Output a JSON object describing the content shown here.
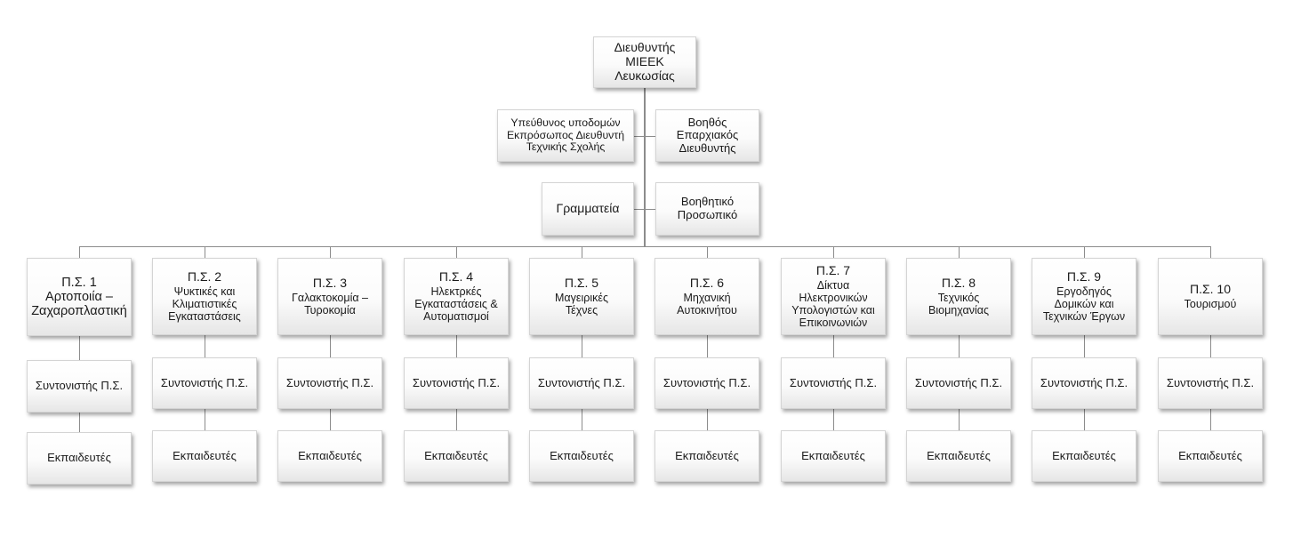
{
  "director": {
    "title": "Διευθυντής\nΜΙΕΕΚ\nΛευκωσίας"
  },
  "staff_left_top": {
    "title": "Υπεύθυνος υποδομών\nΕκπρόσωπος Διευθυντή\nΤεχνικής Σχολής"
  },
  "staff_right_top": {
    "title": "Βοηθός\nΕπαρχιακός\nΔιευθυντής"
  },
  "staff_left_bottom": {
    "title": "Γραμματεία"
  },
  "staff_right_bottom": {
    "title": "Βοηθητικό\nΠροσωπικό"
  },
  "departments": [
    {
      "code": "Π.Σ. 1",
      "name": "Αρτοποιία –\nΖαχαροπλαστική",
      "coordinator": "Συντονιστής Π.Σ.",
      "trainers": "Εκπαιδευτές"
    },
    {
      "code": "Π.Σ. 2",
      "name": "Ψυκτικές και\nΚλιματιστικές\nΕγκαταστάσεις",
      "coordinator": "Συντονιστής Π.Σ.",
      "trainers": "Εκπαιδευτές"
    },
    {
      "code": "Π.Σ. 3",
      "name": "Γαλακτοκομία –\nΤυροκομία",
      "coordinator": "Συντονιστής Π.Σ.",
      "trainers": "Εκπαιδευτές"
    },
    {
      "code": "Π.Σ. 4",
      "name": "Ηλεκτρκές\nΕγκαταστάσεις &\nΑυτοματισμοί",
      "coordinator": "Συντονιστής Π.Σ.",
      "trainers": "Εκπαιδευτές"
    },
    {
      "code": "Π.Σ. 5",
      "name": "Μαγειρικές\nΤέχνες",
      "coordinator": "Συντονιστής Π.Σ.",
      "trainers": "Εκπαιδευτές"
    },
    {
      "code": "Π.Σ. 6",
      "name": "Μηχανική\nΑυτοκινήτου",
      "coordinator": "Συντονιστής Π.Σ.",
      "trainers": "Εκπαιδευτές"
    },
    {
      "code": "Π.Σ. 7",
      "name": "Δίκτυα\nΗλεκτρονικών\nΥπολογιστών και\nΕπικοινωνιών",
      "coordinator": "Συντονιστής Π.Σ.",
      "trainers": "Εκπαιδευτές"
    },
    {
      "code": "Π.Σ. 8",
      "name": "Τεχνικός\nΒιομηχανίας",
      "coordinator": "Συντονιστής Π.Σ.",
      "trainers": "Εκπαιδευτές"
    },
    {
      "code": "Π.Σ. 9",
      "name": "Εργοδηγός\nΔομικών και\nΤεχνικών Έργων",
      "coordinator": "Συντονιστής Π.Σ.",
      "trainers": "Εκπαιδευτές"
    },
    {
      "code": "Π.Σ. 10",
      "name": "Τουρισμού",
      "coordinator": "Συντονιστής Π.Σ.",
      "trainers": "Εκπαιδευτές"
    }
  ]
}
